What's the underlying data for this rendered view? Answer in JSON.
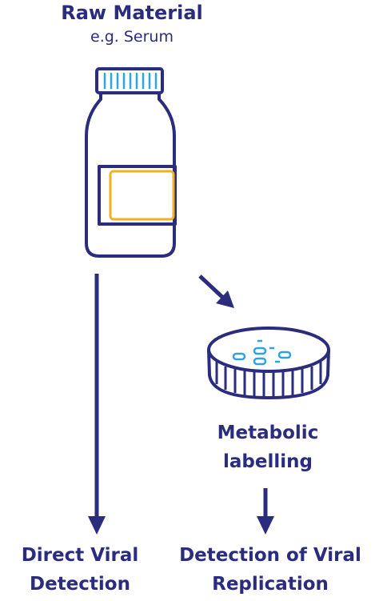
{
  "diagram": {
    "title": "Raw Material",
    "subtitle": "e.g. Serum",
    "branch_right": {
      "label_line1": "Metabolic",
      "label_line2": "labelling"
    },
    "outcome_left": {
      "line1": "Direct Viral",
      "line2": "Detection"
    },
    "outcome_right": {
      "line1": "Detection of Viral",
      "line2": "Replication"
    }
  },
  "colors": {
    "outline": "#2b2c7e",
    "label_accent": "#f2b21c",
    "cap_stripes": "#2fa3e0",
    "cells": "#2fa3e0"
  },
  "icons": [
    "bottle-icon",
    "petri-dish-icon",
    "arrow-icon"
  ]
}
